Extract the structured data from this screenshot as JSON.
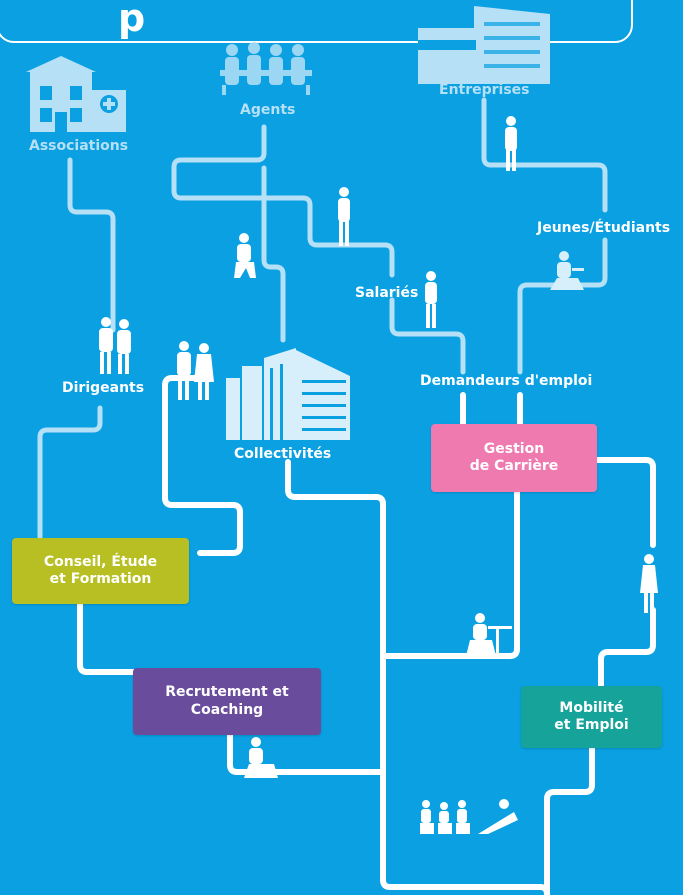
{
  "banner": {
    "visible_text": "p"
  },
  "sources": {
    "associations": "Associations",
    "agents": "Agents",
    "entreprises": "Entreprises"
  },
  "publics": {
    "jeunes_etudiants": "Jeunes/Étudiants",
    "salaries": "Salariés",
    "dirigeants": "Dirigeants",
    "demandeurs_emploi": "Demandeurs d'emploi",
    "collectivites": "Collectivités"
  },
  "services": {
    "gestion_carriere": {
      "line1": "Gestion",
      "line2": "de Carrière"
    },
    "conseil": {
      "line1": "Conseil, Étude",
      "line2": "et Formation"
    },
    "recrutement": {
      "line1": "Recrutement et",
      "line2": "Coaching"
    },
    "mobilite": {
      "line1": "Mobilité",
      "line2": "et Emploi"
    }
  },
  "colors": {
    "background": "#0aa0e2",
    "path": "#ffffff",
    "path_light": "#b5e0f6",
    "gestion_carriere": "#ee7ab0",
    "conseil": "#b7bf22",
    "recrutement": "#6a4c9c",
    "mobilite": "#16a39a"
  },
  "icons": [
    "building-hospital-icon",
    "meeting-people-icon",
    "office-buildings-icon",
    "city-buildings-icon",
    "person-silhouette-icon"
  ]
}
